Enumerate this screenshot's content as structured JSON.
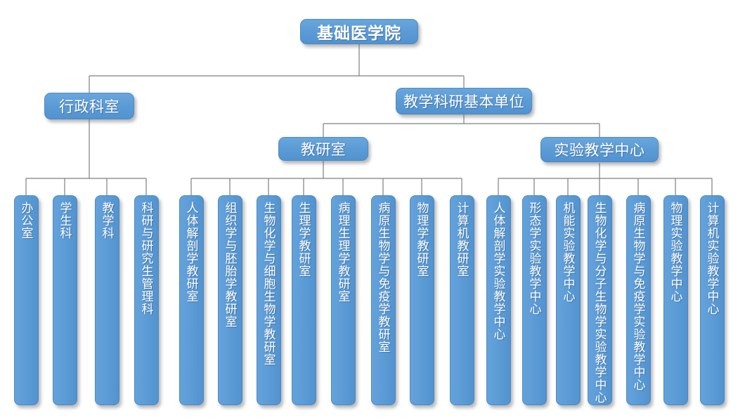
{
  "org_chart": {
    "root": "基础医学院",
    "branches": [
      {
        "label": "行政科室",
        "children": [
          "办公室",
          "学生科",
          "教学科",
          "科研与研究生管理科"
        ]
      },
      {
        "label": "教学科研基本单位",
        "children": [
          {
            "label": "教研室",
            "children": [
              "人体解剖学教研室",
              "组织学与胚胎学教研室",
              "生物化学与细胞生物学教研室",
              "生理学教研室",
              "病理生理学教研室",
              "病原生物学与免疫学教研室",
              "物理学教研室",
              "计算机教研室"
            ]
          },
          {
            "label": "实验教学中心",
            "children": [
              "人体解剖学实验教学中心",
              "形态学实验教学中心",
              "机能实验教学中心",
              "生物化学与分子生物学实验教学中心",
              "病原生物学与免疫学实验教学中心",
              "物理实验教学中心",
              "计算机实验教学中心"
            ]
          }
        ]
      }
    ]
  },
  "colors": {
    "node_fill": "#5b9bd5",
    "node_border": "#4a8bc6",
    "node_text": "#ffffff",
    "connector": "#7f7f7f",
    "background": "#ffffff"
  }
}
